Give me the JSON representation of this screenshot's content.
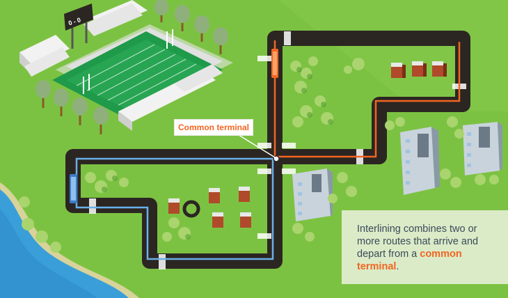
{
  "callout": {
    "label": "Common terminal"
  },
  "stadium": {
    "scoreboard": "0 - 0"
  },
  "info": {
    "text_before": "Interlining combines two or more routes that arrive and depart from a ",
    "highlight": "common terminal",
    "text_after": "."
  },
  "colors": {
    "grass": "#7cc242",
    "road": "#2b2622",
    "orange_route": "#f26522",
    "blue_route": "#6ab0e8",
    "field": "#1f9a4a",
    "water": "#3a9fd8",
    "highlight": "#f26522"
  },
  "icons": [
    "stadium-icon",
    "bus-icon",
    "tree-icon",
    "house-icon",
    "building-icon",
    "lake-icon"
  ]
}
